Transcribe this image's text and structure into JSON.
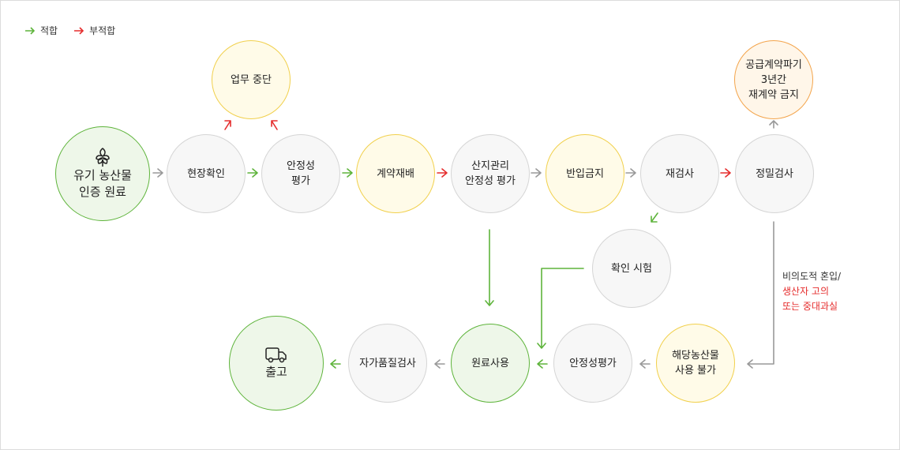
{
  "legend": {
    "pass": "적합",
    "fail": "부적합"
  },
  "colors": {
    "pass": "#5eb43b",
    "fail": "#e52d2d",
    "neutral": "#999999"
  },
  "nodes": {
    "organic_source": [
      "유기 농산물",
      "인증 원료"
    ],
    "site_check": [
      "현장확인"
    ],
    "stability_eval": [
      "안정성",
      "평가"
    ],
    "contract_farming": [
      "계약재배"
    ],
    "origin_stability": [
      "산지관리",
      "안정성 평가"
    ],
    "entry_ban": [
      "반입금지"
    ],
    "reinspect": [
      "재검사"
    ],
    "precise_inspect": [
      "정밀검사"
    ],
    "work_stop": [
      "업무 중단"
    ],
    "contract_cancel": [
      "공급계약파기",
      "3년간",
      "재계약 금지"
    ],
    "confirm_test": [
      "확인 시험"
    ],
    "material_use": [
      "원료사용"
    ],
    "self_quality": [
      "자가품질검사"
    ],
    "shipment": [
      "출고"
    ],
    "stability_eval2": [
      "안정성평가"
    ],
    "unusable": [
      "해당농산물",
      "사용 불가"
    ]
  },
  "note": {
    "line1": "비의도적 혼입/",
    "line2": "생산자 고의",
    "line3": "또는 중대과실"
  },
  "icons": {
    "source": "sprout-icon",
    "shipment": "truck-icon"
  }
}
